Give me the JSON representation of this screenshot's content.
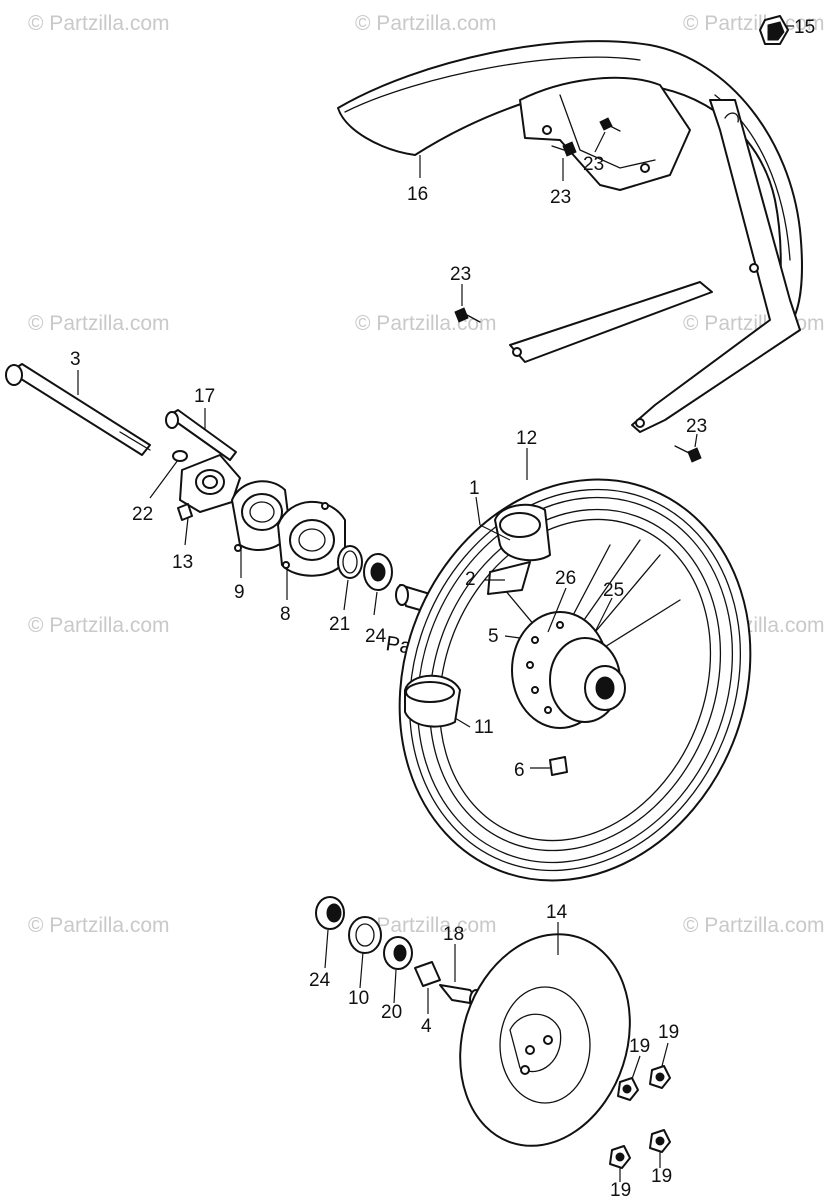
{
  "watermark_text": "© Partzilla.com",
  "watermark_inline": "Partzilla.com",
  "callouts": {
    "c1": "1",
    "c2": "2",
    "c3": "3",
    "c4": "4",
    "c5": "5",
    "c6": "6",
    "c8": "8",
    "c9": "9",
    "c10": "10",
    "c11": "11",
    "c12": "12",
    "c13": "13",
    "c14": "14",
    "c15": "15",
    "c16": "16",
    "c17": "17",
    "c18": "18",
    "c19a": "19",
    "c19b": "19",
    "c19c": "19",
    "c19d": "19",
    "c20": "20",
    "c21": "21",
    "c22": "22",
    "c23a": "23",
    "c23b": "23",
    "c23c": "23",
    "c23d": "23",
    "c24a": "24",
    "c24b": "24",
    "c25": "25",
    "c26": "26"
  }
}
